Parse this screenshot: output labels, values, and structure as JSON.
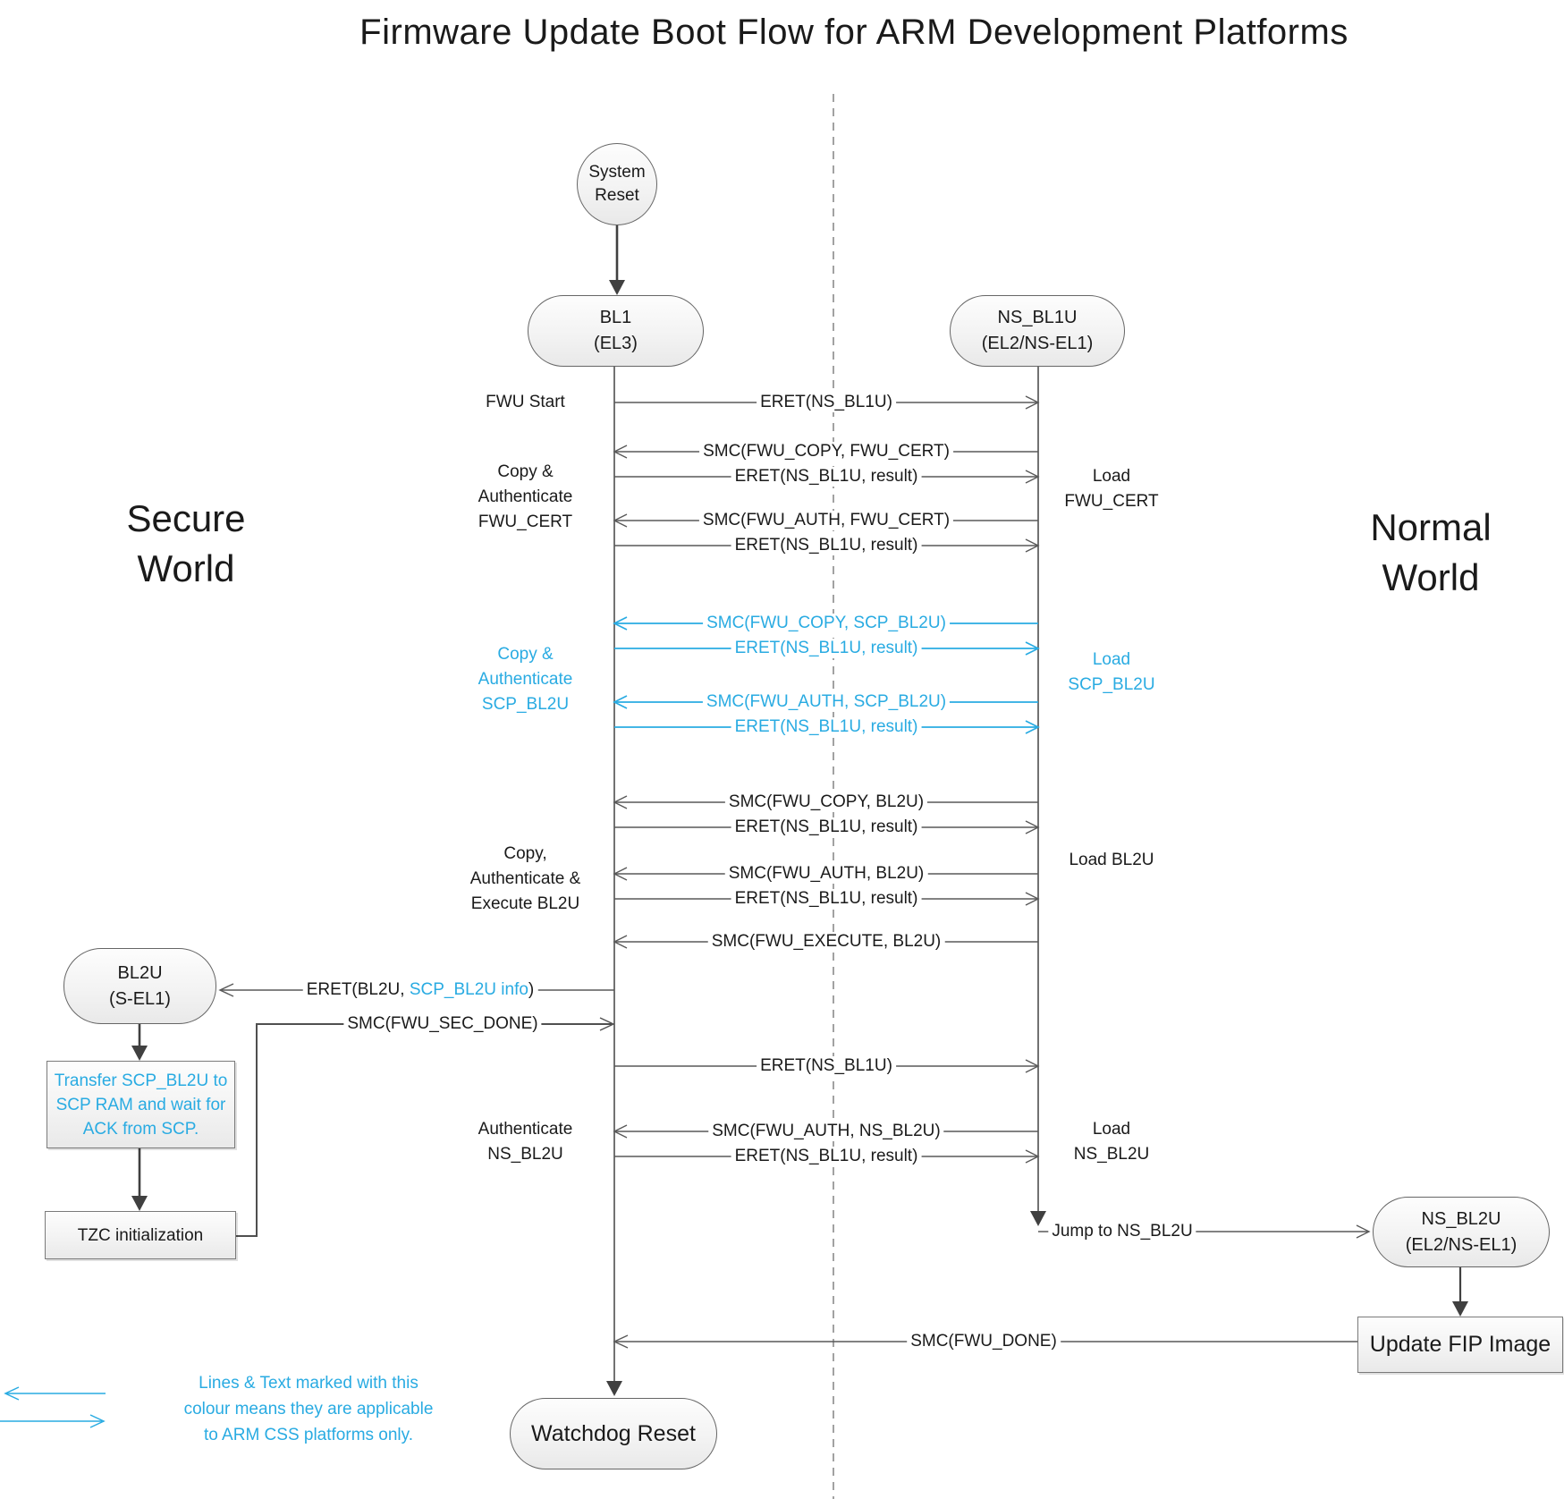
{
  "title": "Firmware Update Boot Flow for ARM Development Platforms",
  "worlds": {
    "secure": "Secure\nWorld",
    "normal": "Normal\nWorld"
  },
  "colors": {
    "accent_cyan": "#29ABE2",
    "line_dark": "#595959"
  },
  "nodes": {
    "system_reset": "System\nReset",
    "bl1": "BL1\n(EL3)",
    "ns_bl1u": "NS_BL1U\n(EL2/NS-EL1)",
    "bl2u": "BL2U\n(S-EL1)",
    "ns_bl2u": "NS_BL2U\n(EL2/NS-EL1)",
    "transfer_scp": "Transfer SCP_BL2U to\nSCP RAM and wait for\nACK from SCP.",
    "tzc": "TZC initialization",
    "update_fip": "Update FIP Image",
    "watchdog": "Watchdog Reset"
  },
  "messages": [
    {
      "label": "ERET(NS_BL1U)",
      "dir": "right",
      "accent": false
    },
    {
      "label": "SMC(FWU_COPY, FWU_CERT)",
      "dir": "left",
      "accent": false
    },
    {
      "label": "ERET(NS_BL1U, result)",
      "dir": "right",
      "accent": false
    },
    {
      "label": "SMC(FWU_AUTH, FWU_CERT)",
      "dir": "left",
      "accent": false
    },
    {
      "label": "ERET(NS_BL1U, result)",
      "dir": "right",
      "accent": false
    },
    {
      "label": "SMC(FWU_COPY, SCP_BL2U)",
      "dir": "left",
      "accent": true
    },
    {
      "label": "ERET(NS_BL1U, result)",
      "dir": "right",
      "accent": true
    },
    {
      "label": "SMC(FWU_AUTH, SCP_BL2U)",
      "dir": "left",
      "accent": true
    },
    {
      "label": "ERET(NS_BL1U, result)",
      "dir": "right",
      "accent": true
    },
    {
      "label": "SMC(FWU_COPY, BL2U)",
      "dir": "left",
      "accent": false
    },
    {
      "label": "ERET(NS_BL1U, result)",
      "dir": "right",
      "accent": false
    },
    {
      "label": "SMC(FWU_AUTH, BL2U)",
      "dir": "left",
      "accent": false
    },
    {
      "label": "ERET(NS_BL1U, result)",
      "dir": "right",
      "accent": false
    },
    {
      "label": "SMC(FWU_EXECUTE, BL2U)",
      "dir": "left",
      "accent": false
    },
    {
      "label": "ERET(NS_BL1U)",
      "dir": "right",
      "accent": false
    },
    {
      "label": "SMC(FWU_AUTH, NS_BL2U)",
      "dir": "left",
      "accent": false
    },
    {
      "label": "ERET(NS_BL1U, result)",
      "dir": "right",
      "accent": false
    }
  ],
  "special_messages": {
    "eret_bl2u": {
      "p1": "ERET(BL2U, ",
      "p2": "SCP_BL2U info",
      "p3": ")"
    },
    "smc_sec_done": "SMC(FWU_SEC_DONE)",
    "jump_ns_bl2u": "Jump to NS_BL2U",
    "smc_done": "SMC(FWU_DONE)"
  },
  "side_labels": {
    "fwu_start": "FWU Start",
    "copy_auth_fwu_cert": "Copy &\nAuthenticate\nFWU_CERT",
    "copy_auth_scp_bl2u": "Copy &\nAuthenticate\nSCP_BL2U",
    "copy_auth_exec_bl2u": "Copy,\nAuthenticate &\nExecute BL2U",
    "auth_ns_bl2u": "Authenticate\nNS_BL2U",
    "load_fwu_cert": "Load\nFWU_CERT",
    "load_scp_bl2u": "Load\nSCP_BL2U",
    "load_bl2u": "Load BL2U",
    "load_ns_bl2u": "Load\nNS_BL2U"
  },
  "legend": {
    "text": "Lines & Text marked with this\ncolour means they are applicable\nto ARM CSS platforms only."
  }
}
